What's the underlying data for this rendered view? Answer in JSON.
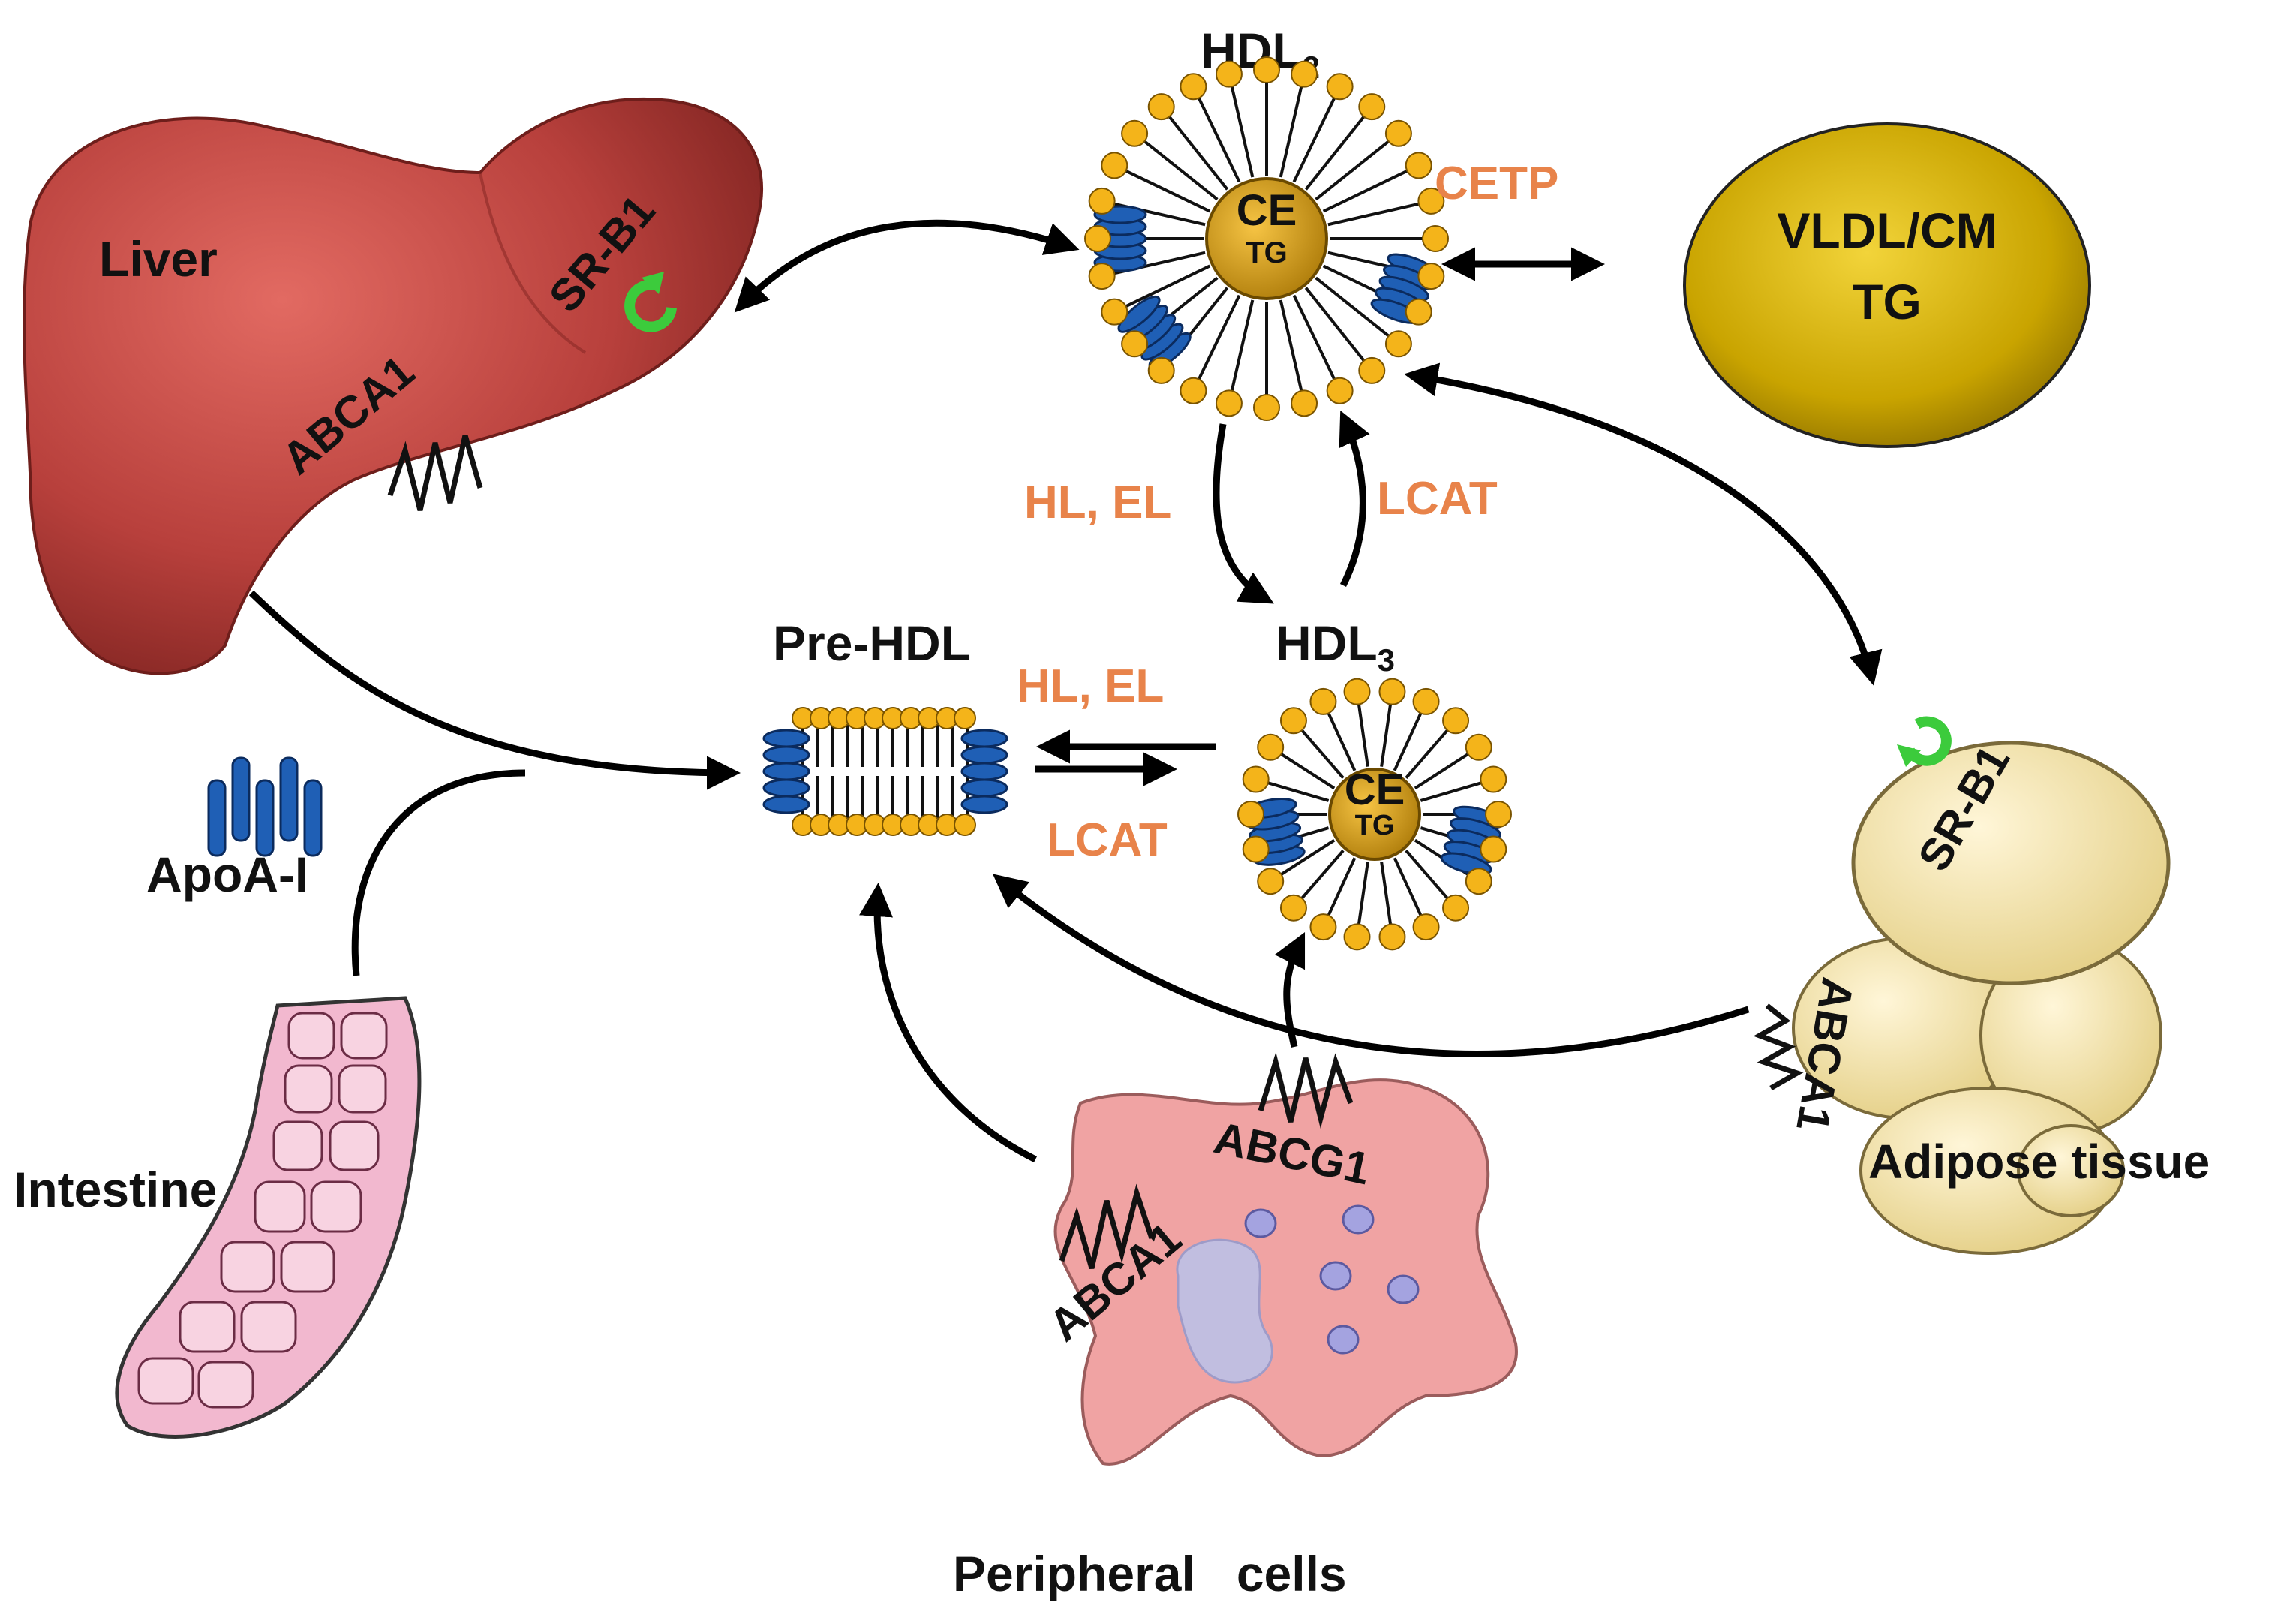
{
  "organs": {
    "liver": {
      "label": "Liver",
      "receptor_sr": "SR-B1",
      "transporter": "ABCA1"
    },
    "intestine": {
      "label": "Intestine"
    },
    "apoa1": {
      "label": "ApoA-I"
    },
    "adipose": {
      "label": "Adipose tissue",
      "receptor_sr": "SR-B1",
      "transporter": "ABCA1"
    },
    "peripheral": {
      "label": "Peripheral   cells",
      "transporter_a": "ABCA1",
      "transporter_g": "ABCG1"
    }
  },
  "particles": {
    "hdl2": {
      "label": "HDL",
      "sub": "2",
      "core_top": "CE",
      "core_bottom": "TG"
    },
    "hdl3": {
      "label": "HDL",
      "sub": "3",
      "core_top": "CE",
      "core_bottom": "TG"
    },
    "prehdl": {
      "label": "Pre-HDL"
    },
    "vldl": {
      "line1": "VLDL/CM",
      "line2": "TG"
    }
  },
  "enzymes": {
    "cetp": "CETP",
    "hl_el_upper": "HL, EL",
    "lcat_upper": "LCAT",
    "hl_el_lower": "HL, EL",
    "lcat_lower": "LCAT"
  },
  "colors": {
    "enzyme": "#E8834A",
    "liver": "#B8403C",
    "adipose": "#F2E3A6",
    "peripheral": "#F0A3A3",
    "intestine": "#F2B8CF",
    "vldl": "#C9A400",
    "core": "#D9A21B",
    "phospholipid_head": "#F4B41A",
    "apoa1_helix": "#1F5FB5",
    "receptor_arrow": "#3CCB3C"
  },
  "icons": {
    "sr_b1": "circular-arrow-icon",
    "transporter": "zigzag-transporter-icon"
  }
}
